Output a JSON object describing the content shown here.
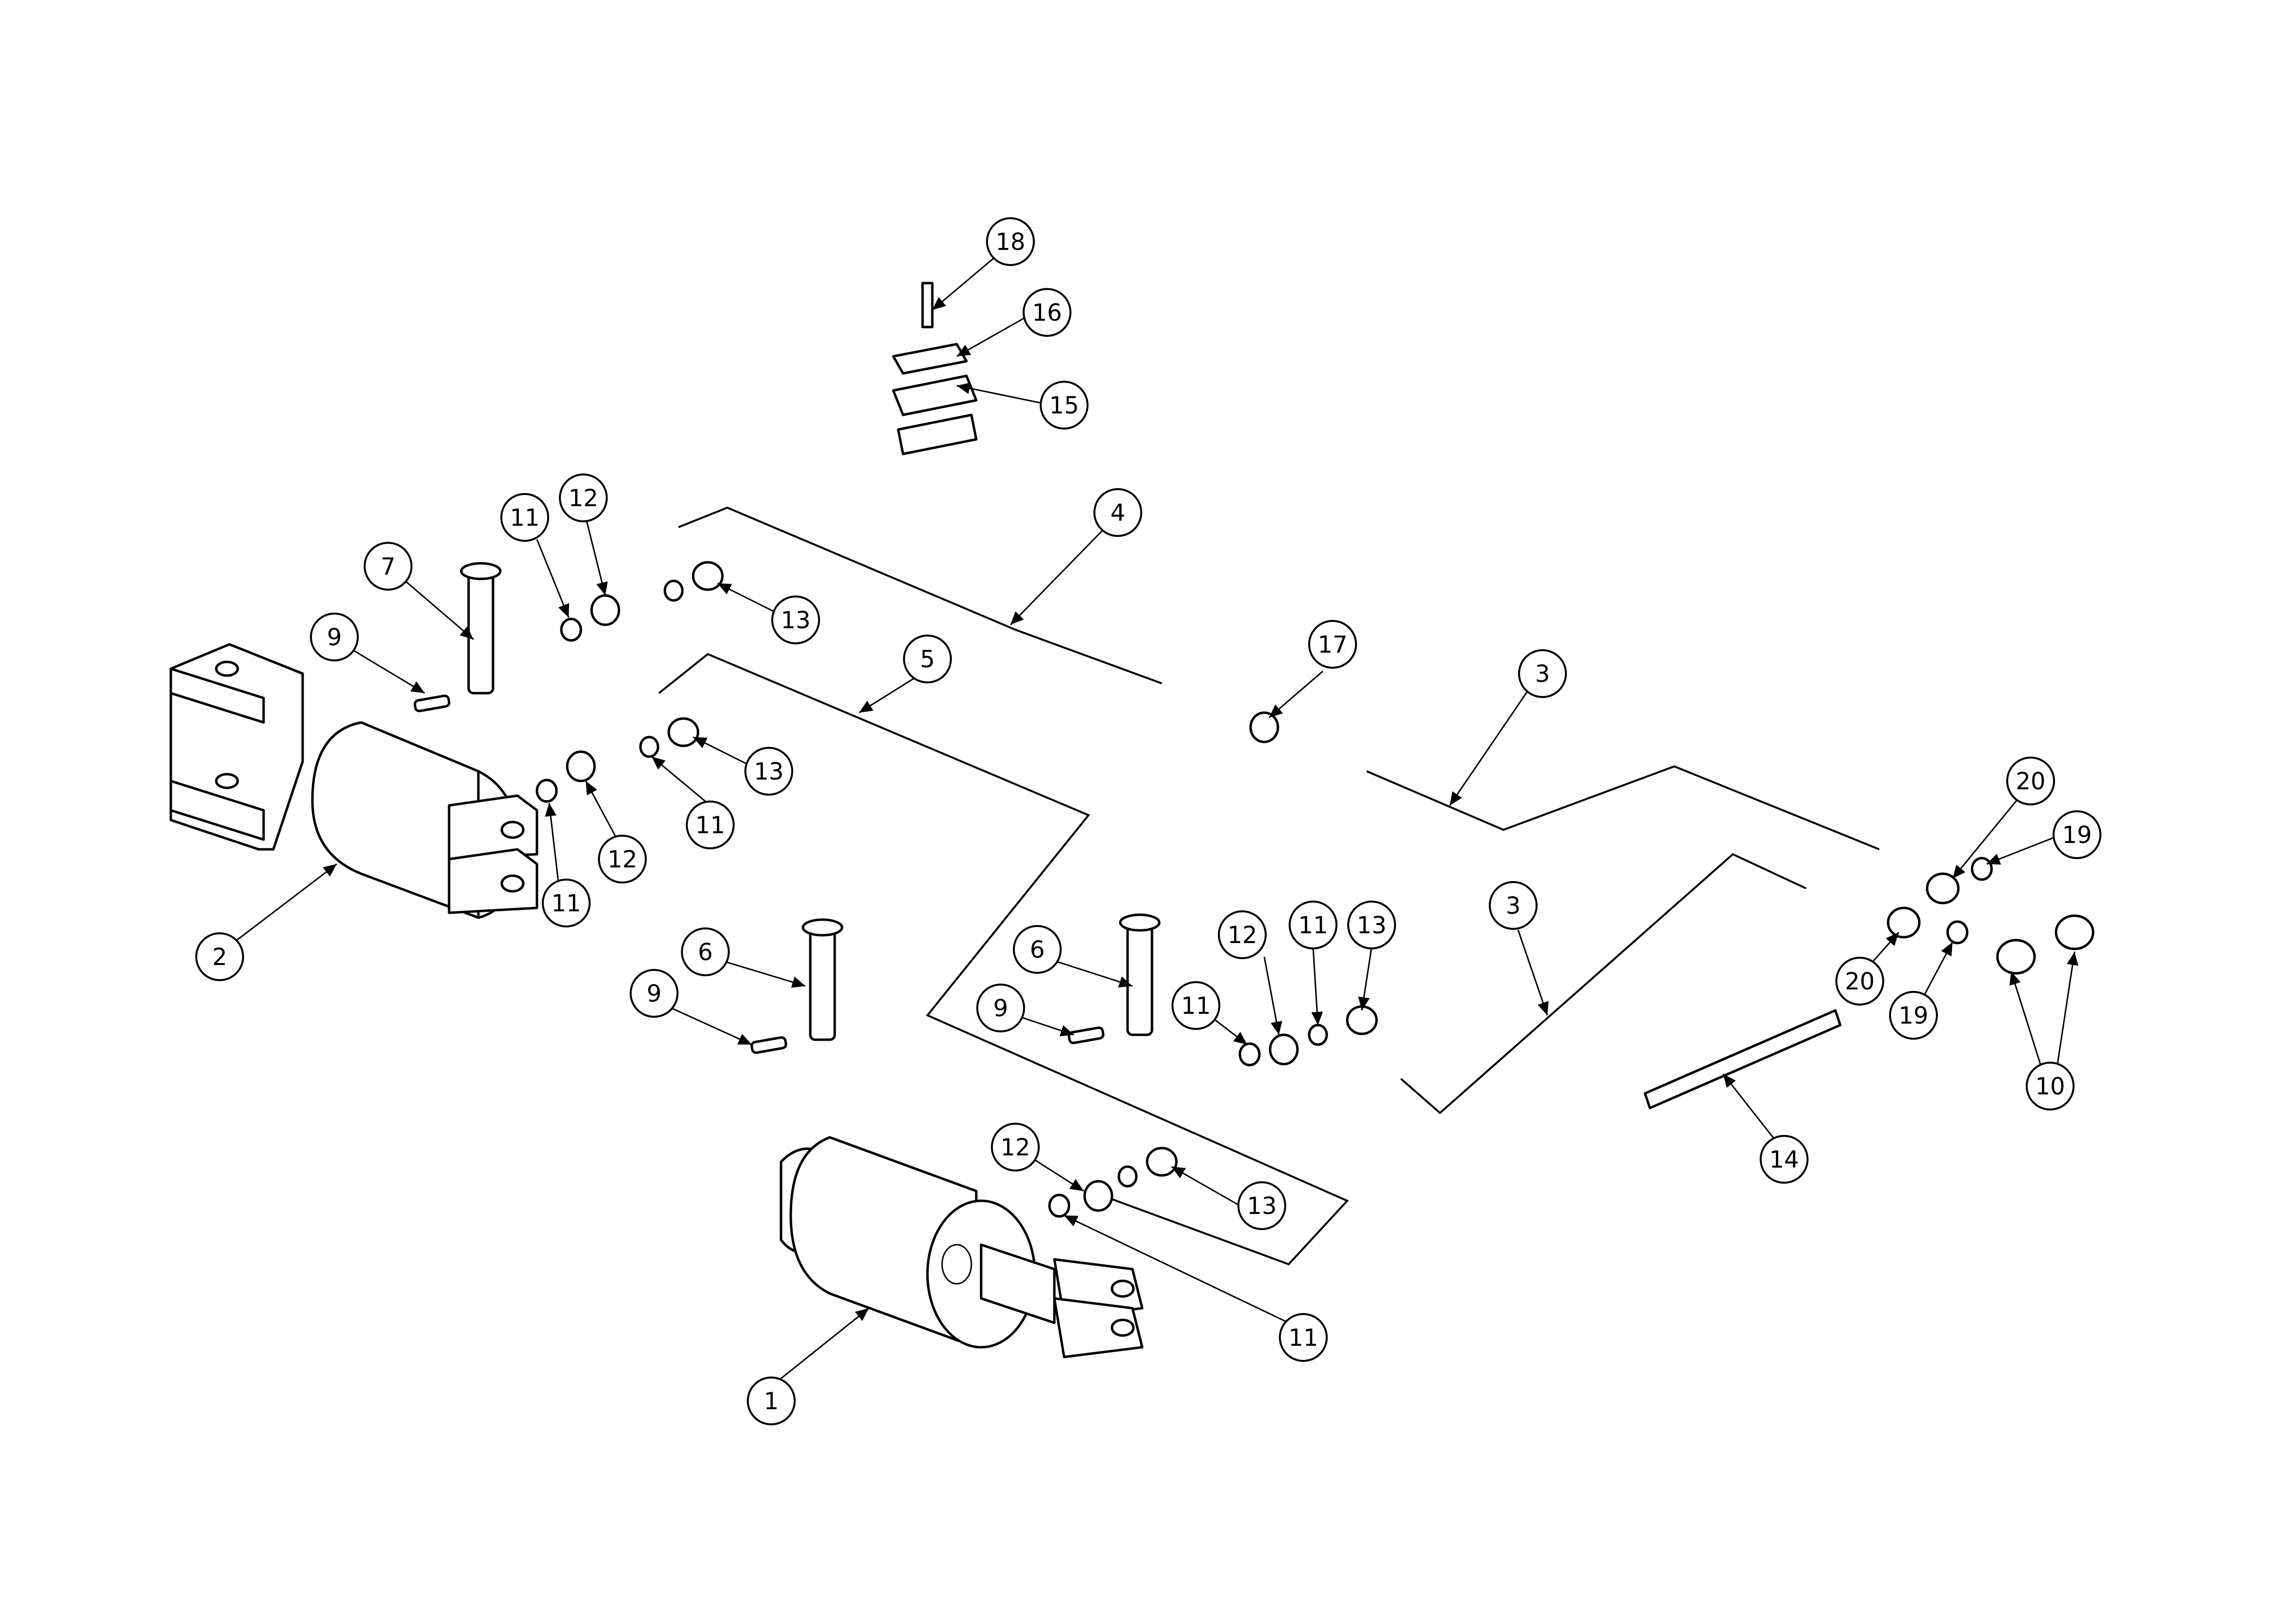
{
  "callouts": {
    "c1": "1",
    "c2": "2",
    "c3a": "3",
    "c3b": "3",
    "c4": "4",
    "c5": "5",
    "c6a": "6",
    "c6b": "6",
    "c7": "7",
    "c9a": "9",
    "c9b": "9",
    "c9c": "9",
    "c10": "10",
    "c11a": "11",
    "c11b": "11",
    "c11c": "11",
    "c11d": "11",
    "c11e": "11",
    "c11f": "11",
    "c12a": "12",
    "c12b": "12",
    "c12c": "12",
    "c12d": "12",
    "c13a": "13",
    "c13b": "13",
    "c13c": "13",
    "c13d": "13",
    "c14": "14",
    "c15": "15",
    "c16": "16",
    "c17": "17",
    "c18": "18",
    "c19a": "19",
    "c19b": "19",
    "c20a": "20",
    "c20b": "20"
  },
  "colors": {
    "line": "#000000",
    "background": "#ffffff"
  }
}
